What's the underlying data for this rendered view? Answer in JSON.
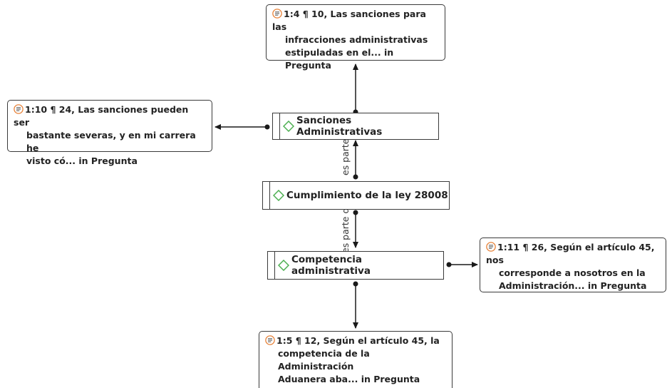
{
  "quotes": {
    "q1": {
      "line1": "1:4 ¶ 10, Las sanciones para las",
      "line2": "infracciones administrativas",
      "line3": "estipuladas en el... in Pregunta"
    },
    "q2": {
      "line1": "1:10 ¶ 24, Las sanciones pueden ser",
      "line2": "bastante severas, y en mi carrera he",
      "line3": "visto có... in Pregunta"
    },
    "q3": {
      "line1": "1:11 ¶ 26, Según el artículo 45, nos",
      "line2": "corresponde a nosotros en la",
      "line3": "Administración... in Pregunta"
    },
    "q4": {
      "line1": "1:5 ¶ 12, Según el artículo 45, la",
      "line2": "competencia de la Administración",
      "line3": "Aduanera aba... in Pregunta"
    }
  },
  "codes": {
    "c1": "Sanciones Administrativas",
    "c2": "Cumplimiento de la ley 28008",
    "c3": "Competencia administrativa"
  },
  "relations": {
    "r1": "es parte de",
    "r2": "es parte de"
  },
  "colors": {
    "quote_icon": "#e8833a",
    "code_icon": "#4caf50",
    "line": "#1a1a1a"
  }
}
